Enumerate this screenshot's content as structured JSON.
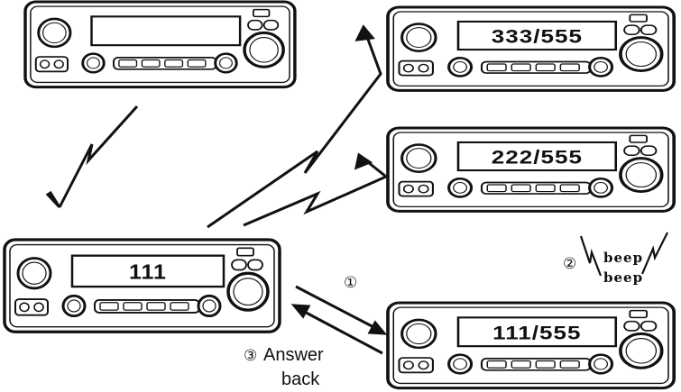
{
  "radios": [
    {
      "id": "top-left",
      "display": ""
    },
    {
      "id": "top-right",
      "display": "333/555"
    },
    {
      "id": "middle-right",
      "display": "222/555"
    },
    {
      "id": "caller",
      "display": "111"
    },
    {
      "id": "bottom-right",
      "display": "111/555"
    }
  ],
  "steps": {
    "call_marker": "①",
    "beep_marker": "②",
    "beep_line1": "beep",
    "beep_line2": "beep",
    "answer_marker": "③",
    "answer_line1": "Answer",
    "answer_line2": "back"
  }
}
